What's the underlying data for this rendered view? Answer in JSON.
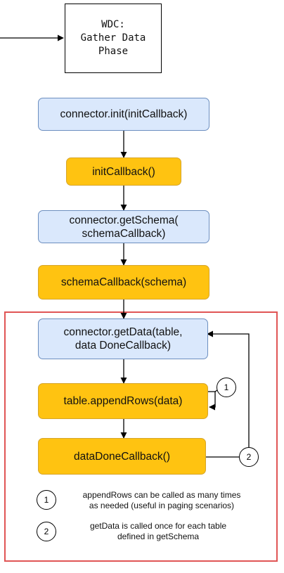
{
  "title_box": {
    "lines": "WDC:\nGather Data\nPhase"
  },
  "nodes": {
    "init": "connector.init(initCallback)",
    "init_callback": "initCallback()",
    "get_schema": "connector.getSchema(\nschemaCallback)",
    "schema_callback": "schemaCallback(schema)",
    "get_data": "connector.getData(table,\ndata DoneCallback)",
    "append_rows": "table.appendRows(data)",
    "data_done": "dataDoneCallback()"
  },
  "badges": {
    "one": "1",
    "two": "2"
  },
  "legend": [
    {
      "number": "1",
      "text": "appendRows can be called as many times\nas needed (useful in paging scenarios)"
    },
    {
      "number": "2",
      "text": "getData is called once for each table\ndefined in getSchema"
    }
  ],
  "colors": {
    "blue_fill": "#dae8fc",
    "blue_stroke": "#6c8ebf",
    "yellow_fill": "#ffc311",
    "highlight_border": "#e05555"
  }
}
